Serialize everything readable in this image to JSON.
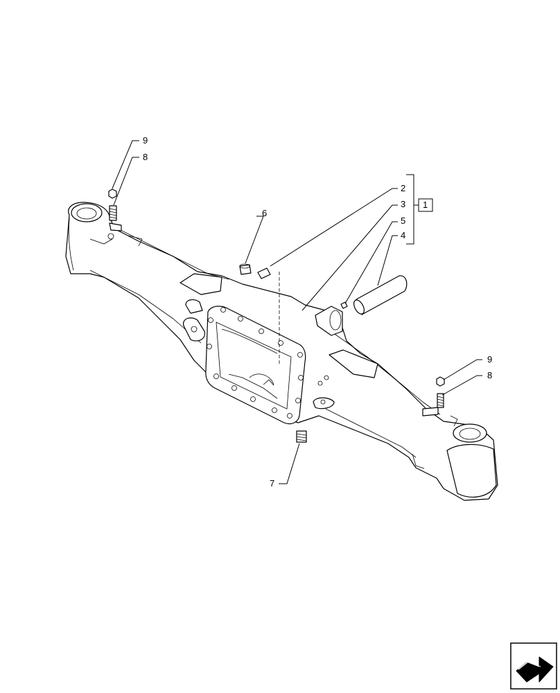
{
  "callouts": {
    "c9_left": "9",
    "c8_left": "8",
    "c6": "6",
    "c2": "2",
    "c3": "3",
    "c5": "5",
    "c4": "4",
    "group": "1",
    "c9_right": "9",
    "c8_right": "8",
    "c7": "7"
  },
  "nav_icon": "next-page-arrow-icon"
}
